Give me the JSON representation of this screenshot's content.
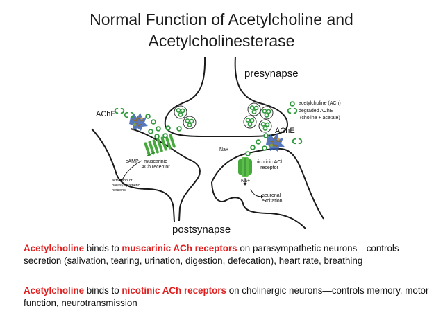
{
  "title": {
    "line1": "Normal Function of Acetylcholine and",
    "line2": "Acetylcholinesterase"
  },
  "labels": {
    "presynapse": "presynapse",
    "postsynapse": "postsynapse",
    "ache_left": "AChE",
    "ache_right": "AChE",
    "camp": "cAMP",
    "muscarinic": "muscarinic ACh receptor",
    "activation": "activation of parasympathetic neurons",
    "na_top": "Na+",
    "na_bottom": "Na+",
    "nicotinic": "nicotinic ACh receptor",
    "neuronal": "neuronal excitation"
  },
  "legend": {
    "ach": "acetylcholine (ACh)",
    "degraded": "degraded AChE",
    "products": "(choline + acetate)"
  },
  "caption": {
    "p1_ach": "Acetylcholine",
    "p1_a": " binds to ",
    "p1_receptor": "muscarinic ACh receptors",
    "p1_b": " on parasympathetic neurons—controls secretion (salivation, tearing, urination, digestion, defecation), heart rate, breathing",
    "p2_ach": "Acetylcholine",
    "p2_a": " binds to ",
    "p2_receptor": "nicotinic ACh receptors",
    "p2_b": " on cholinergic neurons—controls memory, motor function, neurotransmission"
  },
  "colors": {
    "highlight": "#e01e1e",
    "ach_green": "#2f9a3c",
    "receptor_green": "#46a83d",
    "enzyme_blue": "#3a5fb0"
  }
}
